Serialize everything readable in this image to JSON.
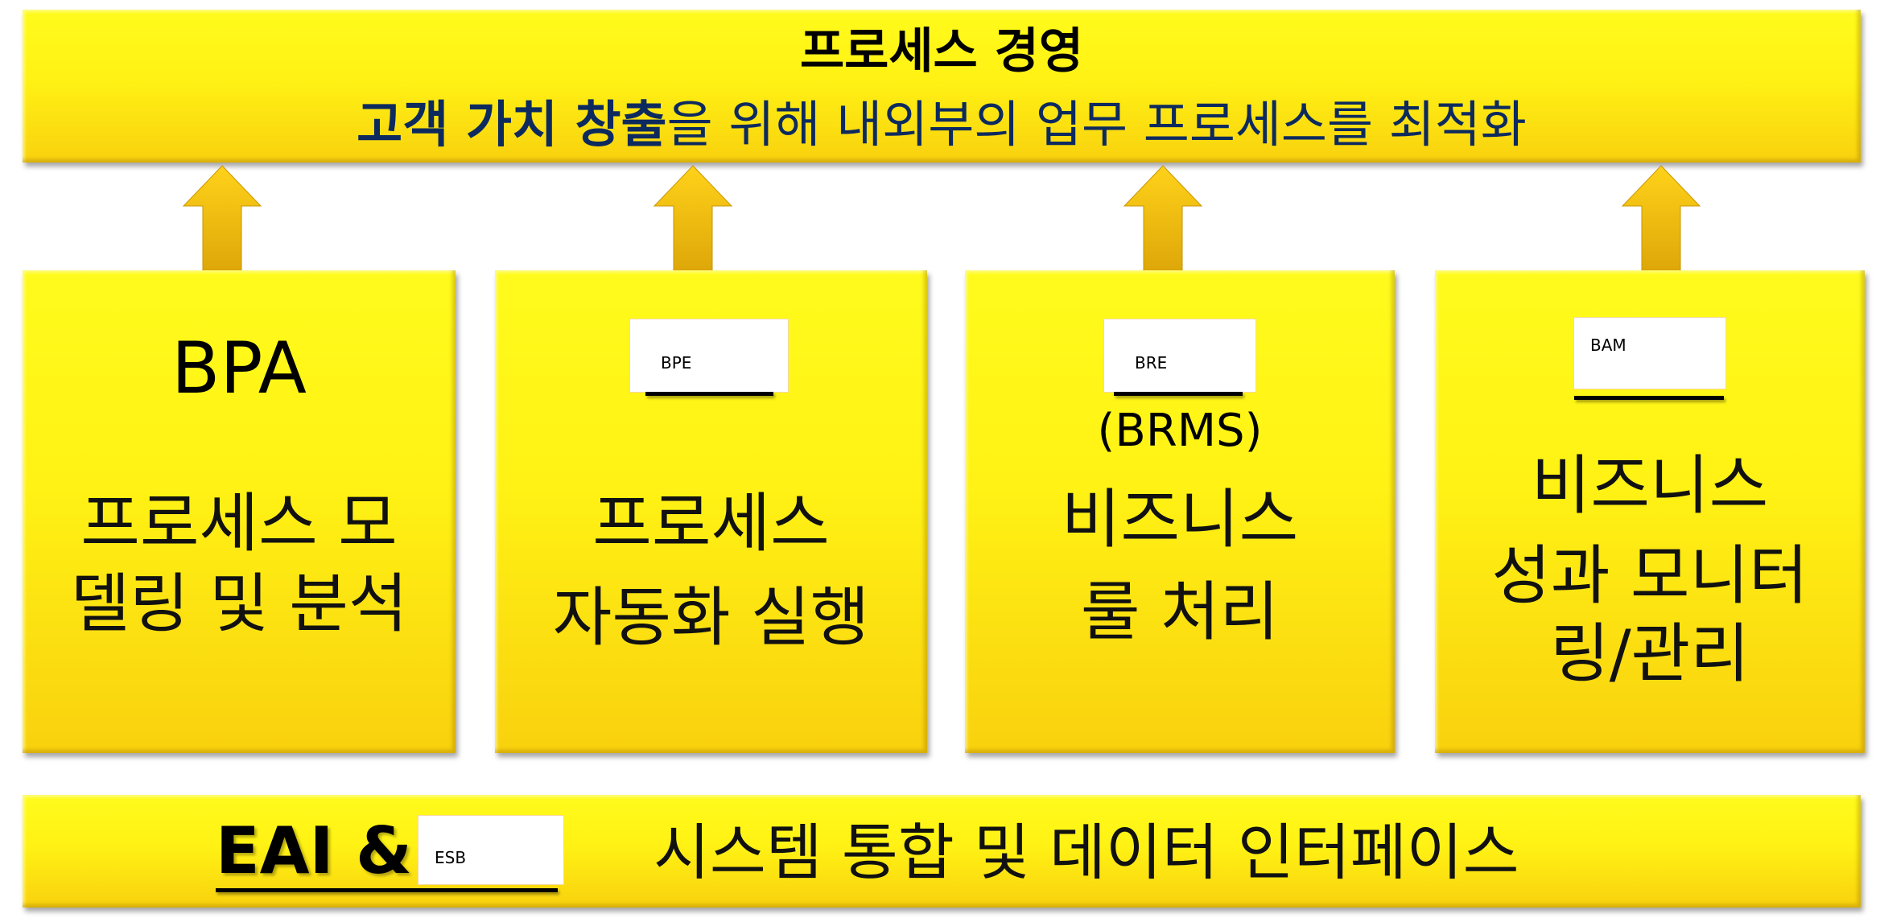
{
  "header": {
    "title": "프로세스 경영",
    "subtitle_bold": "고객 가치 창출",
    "subtitle_rest": "을 위해 내외부의 업무 프로세스를 최적화"
  },
  "boxes": [
    {
      "code": "BPA",
      "lines": [
        "프로세스 모",
        "델링 및 분석"
      ]
    },
    {
      "code": "BPE",
      "lines": [
        "프로세스",
        "자동화 실행"
      ]
    },
    {
      "code": "BRE",
      "sub": "(BRMS)",
      "lines": [
        "비즈니스",
        "룰 처리"
      ]
    },
    {
      "code": "BAM",
      "lines": [
        "비즈니스",
        "성과 모니터",
        "링/관리"
      ]
    }
  ],
  "footer": {
    "prefix": "EAI &",
    "code": "ESB",
    "text": "시스템 통합 및 데이터 인터페이스"
  },
  "colors": {
    "yellow_top": "#fffb1c",
    "yellow_bottom": "#f9d10e",
    "navy": "#0d2a5e",
    "arrow": "#f2b705"
  }
}
